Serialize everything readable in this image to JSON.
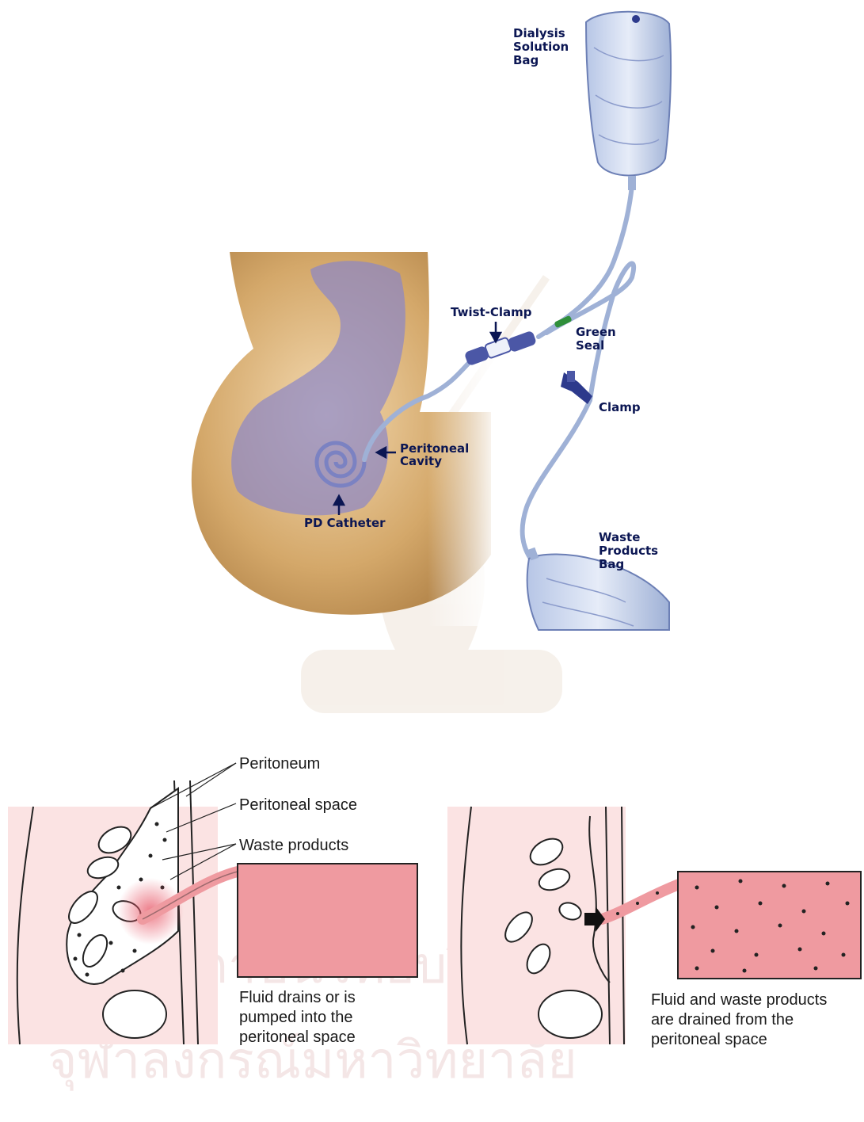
{
  "top_diagram": {
    "labels": {
      "dialysis_bag": [
        "Dialysis",
        "Solution",
        "Bag"
      ],
      "twist_clamp": "Twist-Clamp",
      "green_seal": [
        "Green",
        "Seal"
      ],
      "clamp": "Clamp",
      "peritoneal_cavity": [
        "Peritoneal",
        "Cavity"
      ],
      "pd_catheter": "PD Catheter",
      "waste_bag": [
        "Waste",
        "Products",
        "Bag"
      ]
    },
    "colors": {
      "label_navy": "#0b1653",
      "body_skin": "#d4a86a",
      "cavity_purple": "#8a86c8",
      "tube": "#9fb1d6",
      "green_seal": "#2f8f3a"
    }
  },
  "bottom_diagram": {
    "labels": {
      "peritoneum": "Peritoneum",
      "peritoneal_space": "Peritoneal space",
      "waste_products": "Waste products"
    },
    "left_caption": [
      "Fluid drains or is",
      "pumped into the",
      "peritoneal space"
    ],
    "right_caption": [
      "Fluid and waste products",
      "are drained from the",
      "peritoneal space"
    ],
    "colors": {
      "fluid_pink": "#ef9aa0",
      "tissue_pink": "#fbe3e3"
    }
  },
  "watermark": {
    "line1": "สถาบันวิทยบริการ",
    "line2": "จุฬาลงกรณ์มหาวิทยาลัย"
  }
}
